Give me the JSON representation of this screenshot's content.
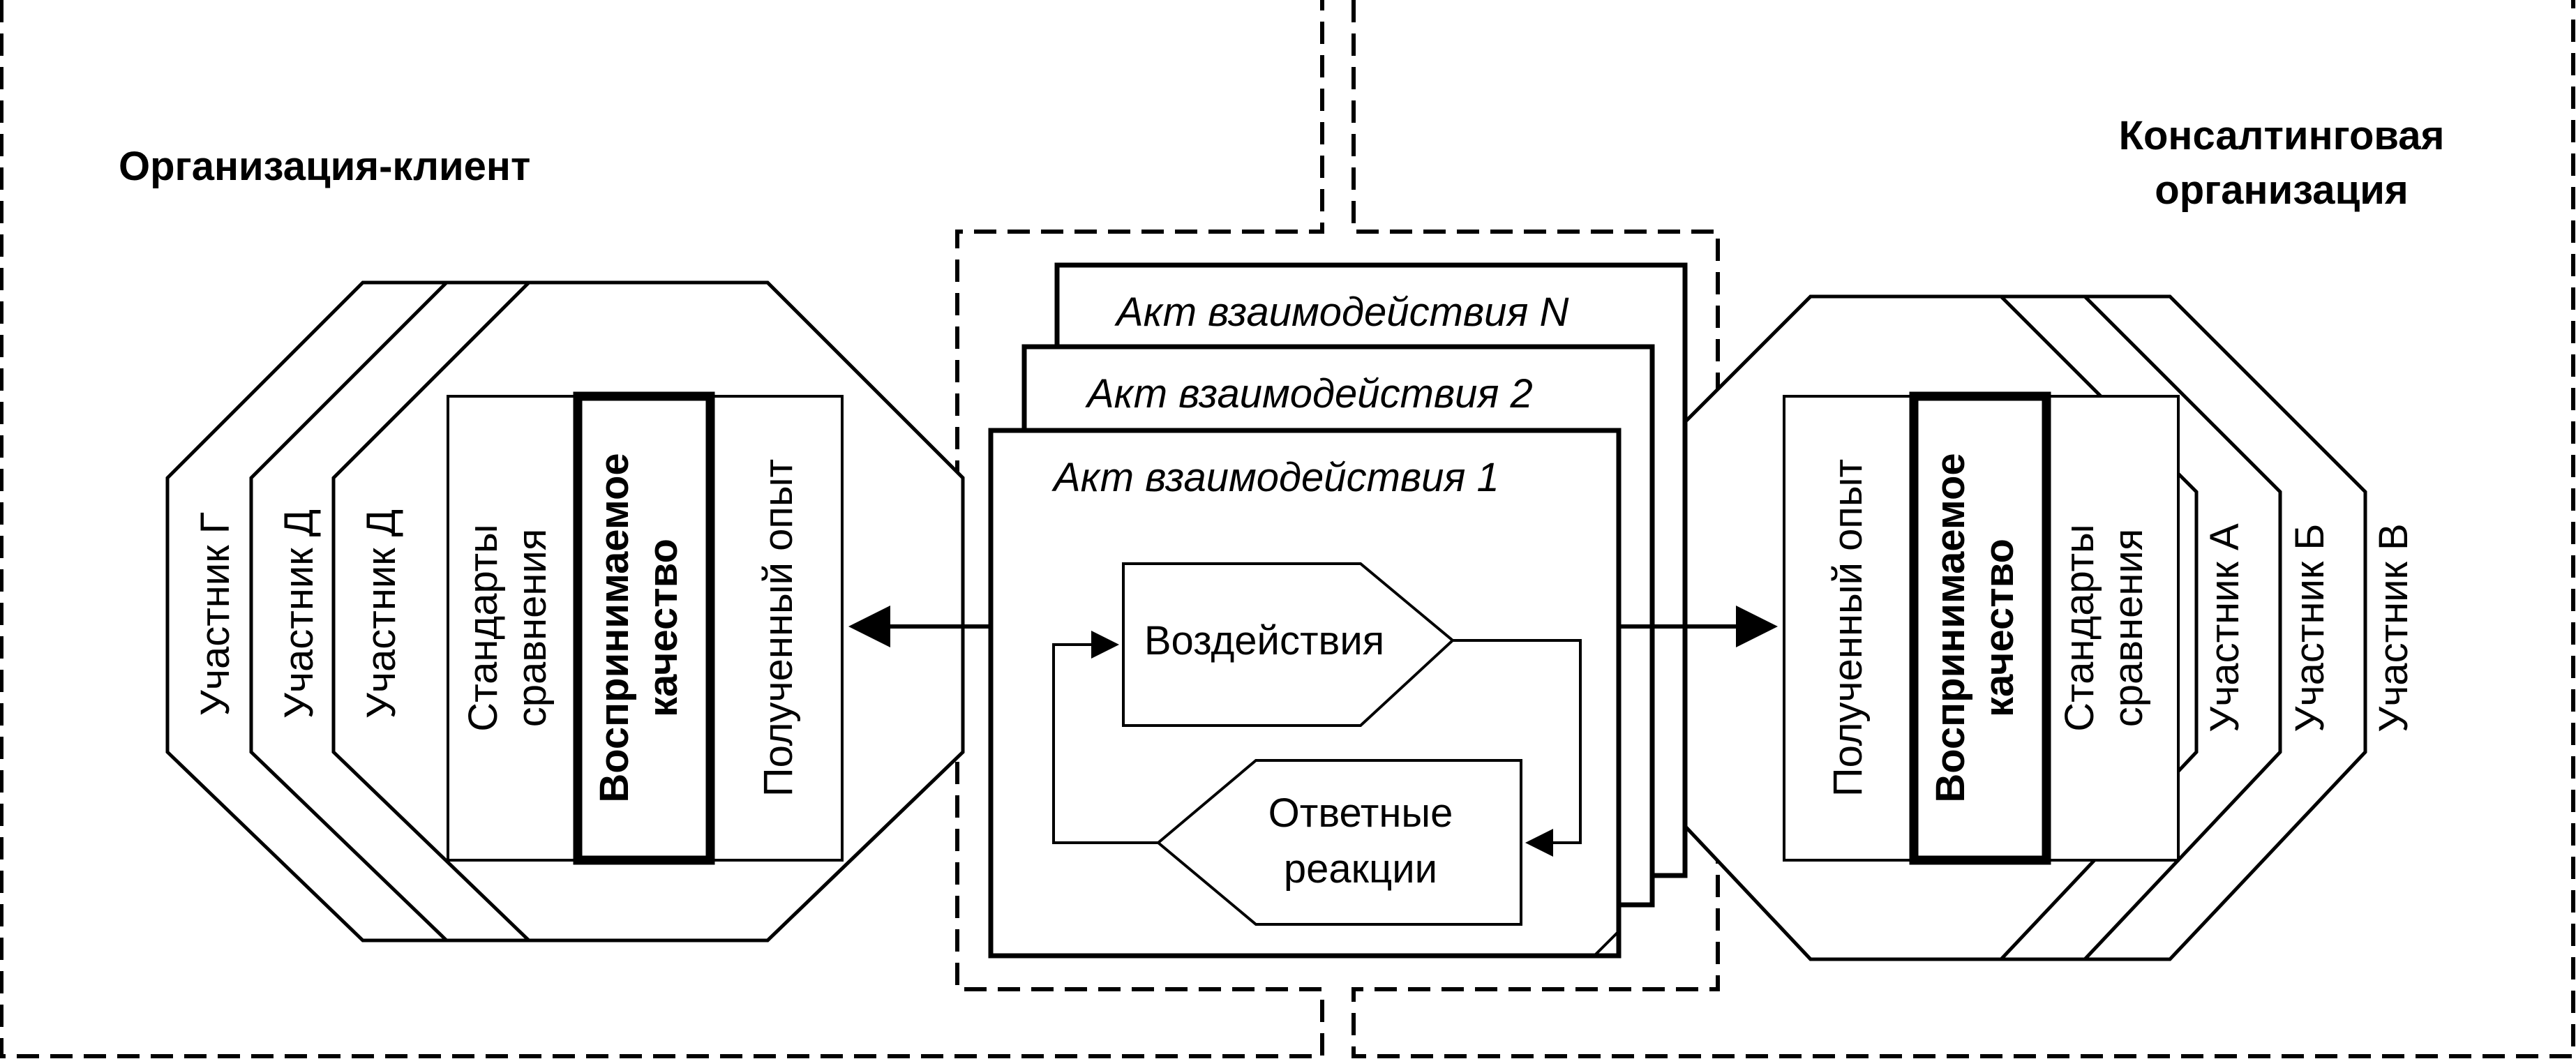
{
  "client": {
    "title": "Организация-клиент",
    "participants": [
      "Участник Г",
      "Участник Д",
      "Участник Д"
    ],
    "standards": [
      "Стандарты",
      "сравнения"
    ],
    "perceived": [
      "Воспринимаемое",
      "качество"
    ],
    "experience": "Полученный опыт"
  },
  "consulting": {
    "title_lines": [
      "Консалтинговая",
      "организация"
    ],
    "participants": [
      "Участник А",
      "Участник Б",
      "Участник В"
    ],
    "standards": [
      "Стандарты",
      "сравнения"
    ],
    "perceived": [
      "Воспринимаемое",
      "качество"
    ],
    "experience": "Полученный опыт"
  },
  "acts": {
    "act_n": "Акт взаимодействия N",
    "act_2": "Акт взаимодействия 2",
    "act_1": "Акт взаимодействия 1",
    "impacts": "Воздействия",
    "responses": [
      "Ответные",
      "реакции"
    ]
  }
}
